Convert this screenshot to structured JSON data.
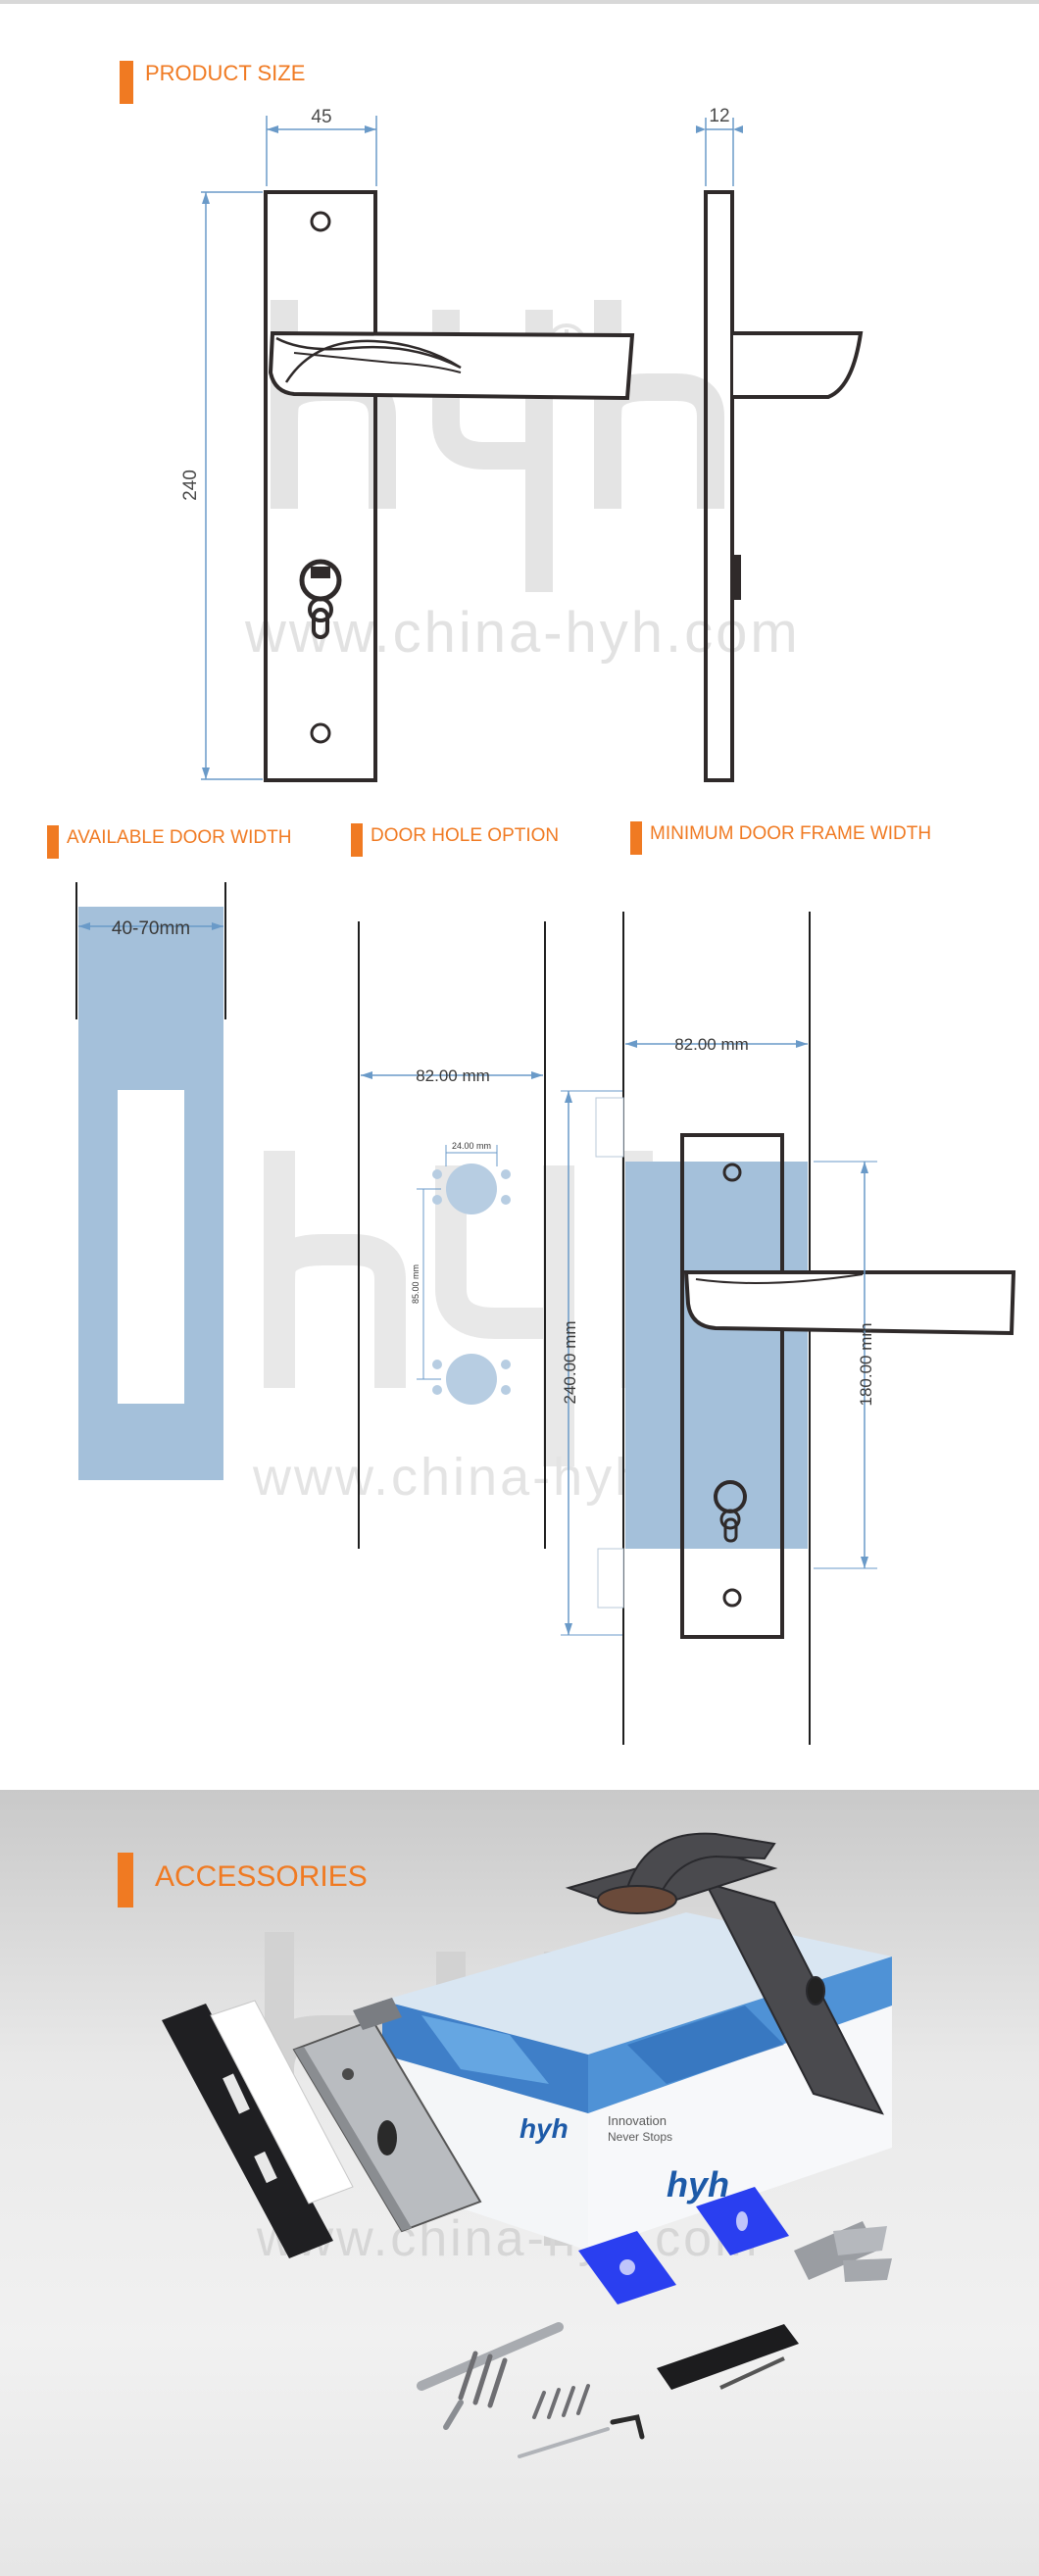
{
  "sections": {
    "product_size": "PRODUCT SIZE",
    "available_door_width": "AVAILABLE DOOR WIDTH",
    "door_hole_option": "DOOR HOLE OPTION",
    "minimum_door_frame_width": "MINIMUM DOOR FRAME WIDTH",
    "accessories": "ACCESSORIES"
  },
  "product_size": {
    "width": "45",
    "height": "240",
    "thickness": "12"
  },
  "door_width": {
    "range": "40-70mm"
  },
  "door_hole": {
    "spacing": "82.00 mm",
    "hole_diameter": "24.00 mm",
    "hole_distance": "85.00 mm"
  },
  "frame": {
    "spacing": "82.00 mm",
    "height": "240.00 mm",
    "inner_height": "180.00 mm"
  },
  "watermark": {
    "url": "www.china-hyh.com"
  },
  "box": {
    "brand": "hyh",
    "slogan_line1": "Innovation",
    "slogan_line2": "Never Stops"
  },
  "colors": {
    "accent": "#f07a22",
    "dimension": "#6a9ac8",
    "door_fill": "#a4c0da",
    "product": "#2f2a2a"
  }
}
